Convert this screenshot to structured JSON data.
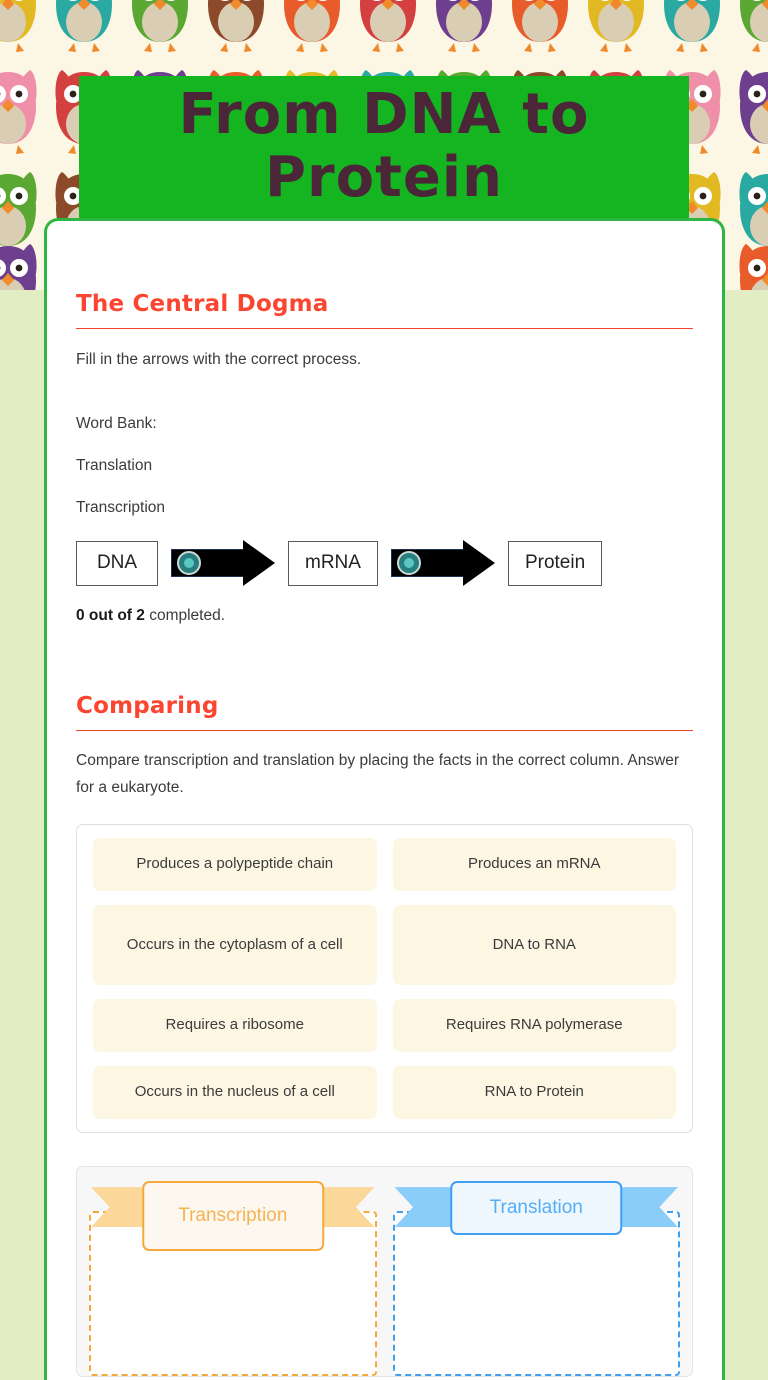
{
  "page": {
    "title": "From DNA to Protein",
    "accent_green": "#14b521",
    "accent_red": "#fa4631",
    "card_border_green": "#2db742",
    "page_background": "#e3edc3"
  },
  "sections": [
    {
      "id": "central-dogma",
      "heading": "The Central Dogma",
      "description": "Fill in the arrows with the correct process.",
      "word_bank": {
        "label": "Word Bank:",
        "words": [
          "Translation",
          "Transcription"
        ]
      },
      "flow": {
        "nodes": [
          "DNA",
          "mRNA",
          "Protein"
        ],
        "arrow_count": 2
      },
      "status": {
        "bold": "0 out of 2",
        "rest": " completed."
      }
    },
    {
      "id": "comparing",
      "heading": "Comparing",
      "description": "Compare transcription and translation by placing the facts in the correct column.  Answer for a eukaryote.",
      "facts": [
        "Produces a polypeptide chain",
        "Produces an mRNA",
        "Occurs in the cytoplasm of a cell",
        "DNA to RNA",
        "Requires a ribosome",
        "Requires RNA polymerase",
        "Occurs in the nucleus of a cell",
        "RNA to Protein"
      ],
      "dropzones": [
        {
          "label": "Transcription",
          "color": "#f5a93c"
        },
        {
          "label": "Translation",
          "color": "#42a5f5"
        }
      ]
    }
  ]
}
